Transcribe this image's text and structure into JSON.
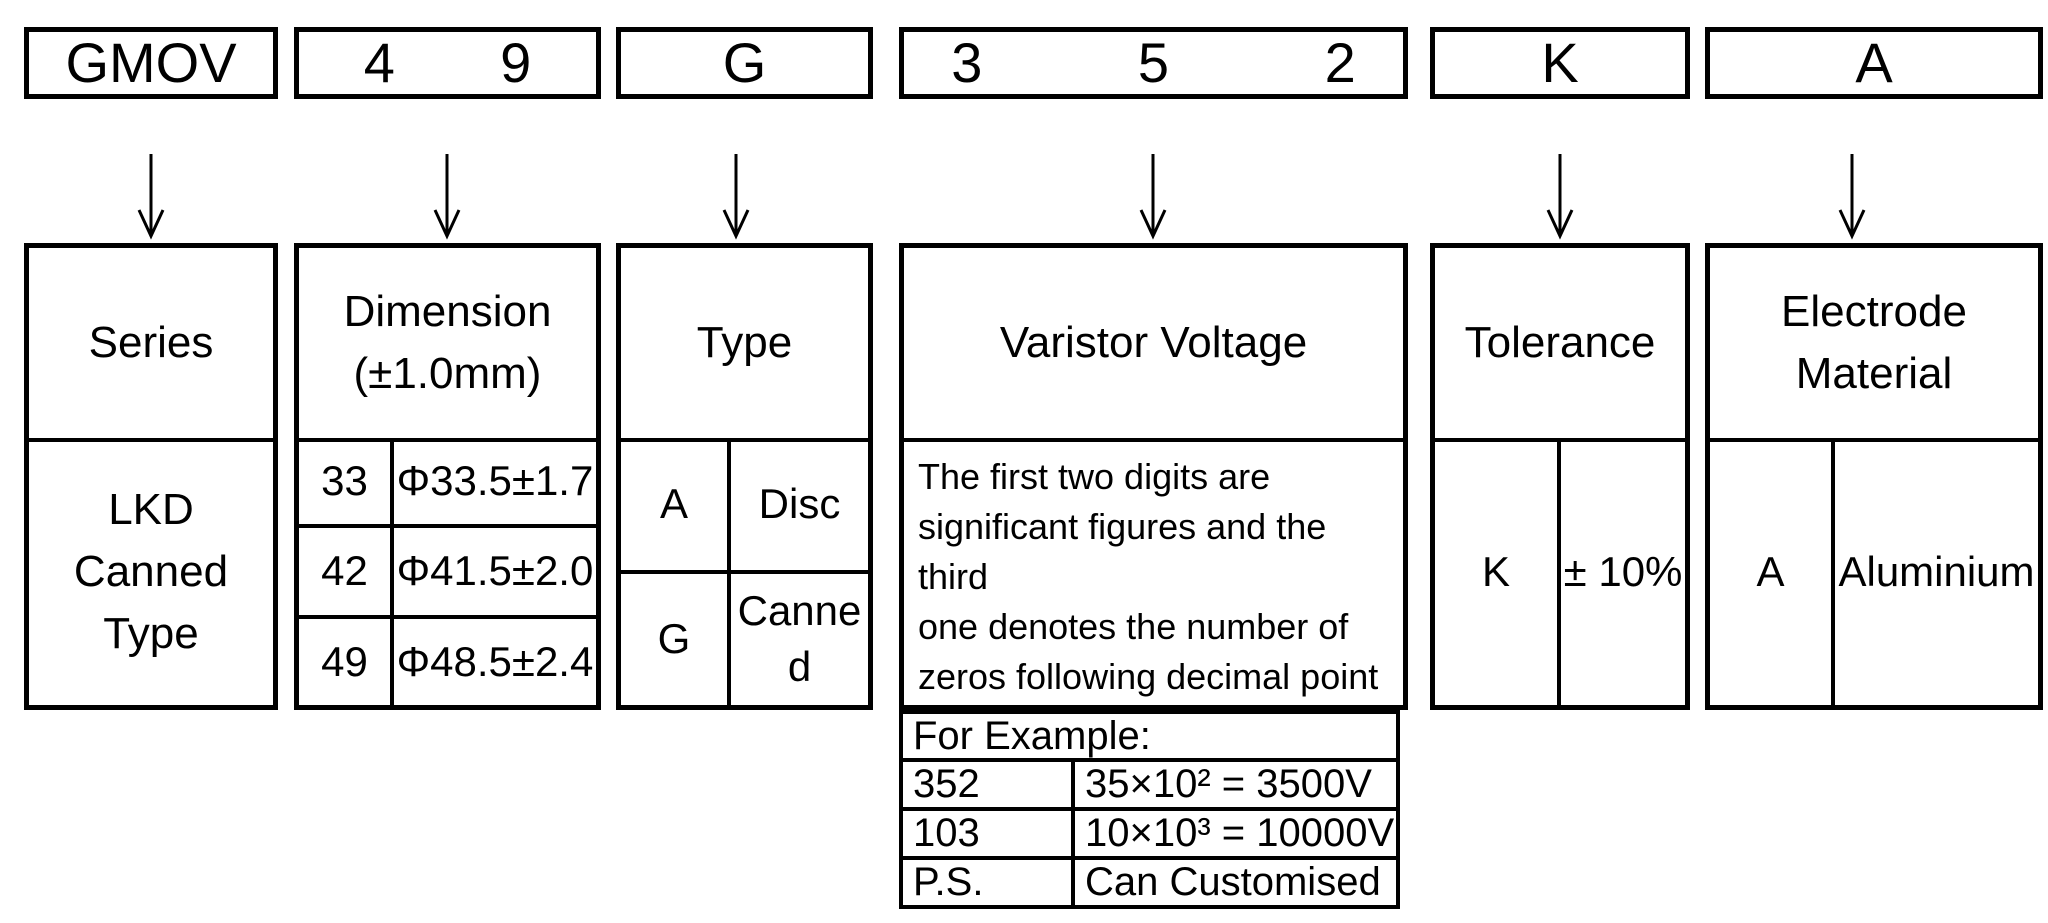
{
  "colors": {
    "ink": "#000000",
    "paper": "#ffffff"
  },
  "part_code": {
    "series": "GMOV",
    "dimension": "4 9",
    "type": "G",
    "voltage": "3 5 2",
    "tolerance": "K",
    "electrode": "A"
  },
  "columns": {
    "series": {
      "header": "Series",
      "value": "LKD Canned Type"
    },
    "dimension": {
      "header": "Dimension (±1.0mm)",
      "rows": [
        {
          "code": "33",
          "value": "Φ33.5±1.7"
        },
        {
          "code": "42",
          "value": "Φ41.5±2.0"
        },
        {
          "code": "49",
          "value": "Φ48.5±2.4"
        }
      ]
    },
    "type": {
      "header": "Type",
      "rows": [
        {
          "code": "A",
          "value": "Disc"
        },
        {
          "code": "G",
          "value": "Canned"
        }
      ]
    },
    "voltage": {
      "header": "Varistor Voltage",
      "description": "The first two digits are\nsignificant figures and the third\none denotes the number of\nzeros following decimal point is\nexpressed by R.",
      "example": {
        "title": "For Example:",
        "rows": [
          {
            "code": "352",
            "value": "35×10² = 3500V"
          },
          {
            "code": "103",
            "value": "10×10³ = 10000V"
          },
          {
            "code": "P.S.",
            "value": "Can Customised"
          }
        ]
      }
    },
    "tolerance": {
      "header": "Tolerance",
      "code": "K",
      "value": "± 10%"
    },
    "electrode": {
      "header": "Electrode Material",
      "code": "A",
      "value": "Aluminium"
    }
  }
}
